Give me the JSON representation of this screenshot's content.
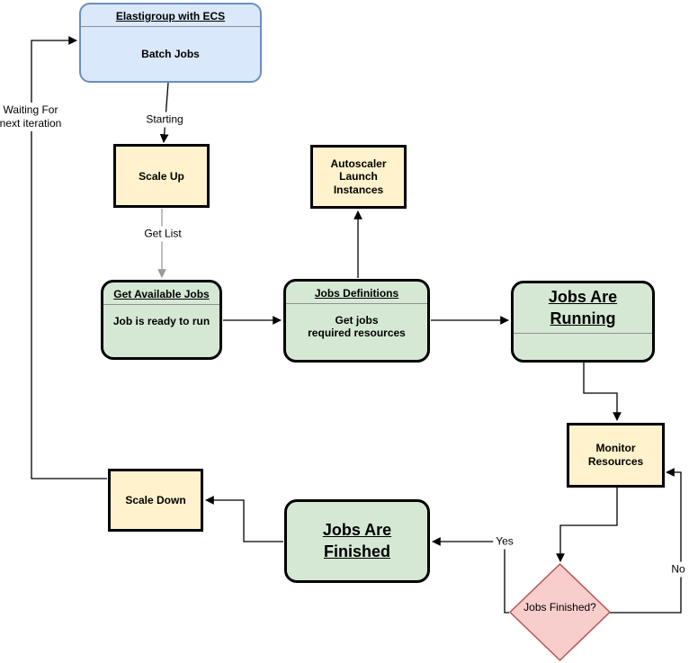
{
  "nodes": {
    "elastigroup": {
      "title": "Elastigroup with ECS",
      "body": "Batch Jobs"
    },
    "scale_up": {
      "label": "Scale Up"
    },
    "autoscaler": {
      "label": "Autoscaler\nLaunch\nInstances"
    },
    "get_available_jobs": {
      "title": "Get Available Jobs",
      "body": "Job is ready to run"
    },
    "jobs_definitions": {
      "title": "Jobs Definitions",
      "body": "Get jobs\nrequired resources"
    },
    "jobs_are_running": {
      "title": "Jobs Are\nRunning"
    },
    "monitor_resources": {
      "label": "Monitor\nResources"
    },
    "jobs_finished_decision": {
      "label": "Jobs Finished?"
    },
    "jobs_are_finished": {
      "title": "Jobs Are\nFinished"
    },
    "scale_down": {
      "label": "Scale Down"
    }
  },
  "edge_labels": {
    "starting": "Starting",
    "get_list": "Get List",
    "yes": "Yes",
    "no": "No",
    "waiting": "Waiting For\nnext iteration"
  },
  "colors": {
    "blue_fill": "#dae8fc",
    "blue_border": "#6c8ebf",
    "yellow_fill": "#fff2cc",
    "green_fill": "#d5e8d4",
    "pink_fill": "#f8cecc",
    "pink_border": "#b85450",
    "box_border": "#000000",
    "gray_edge": "#999999",
    "divider": "#8f8f8f"
  }
}
